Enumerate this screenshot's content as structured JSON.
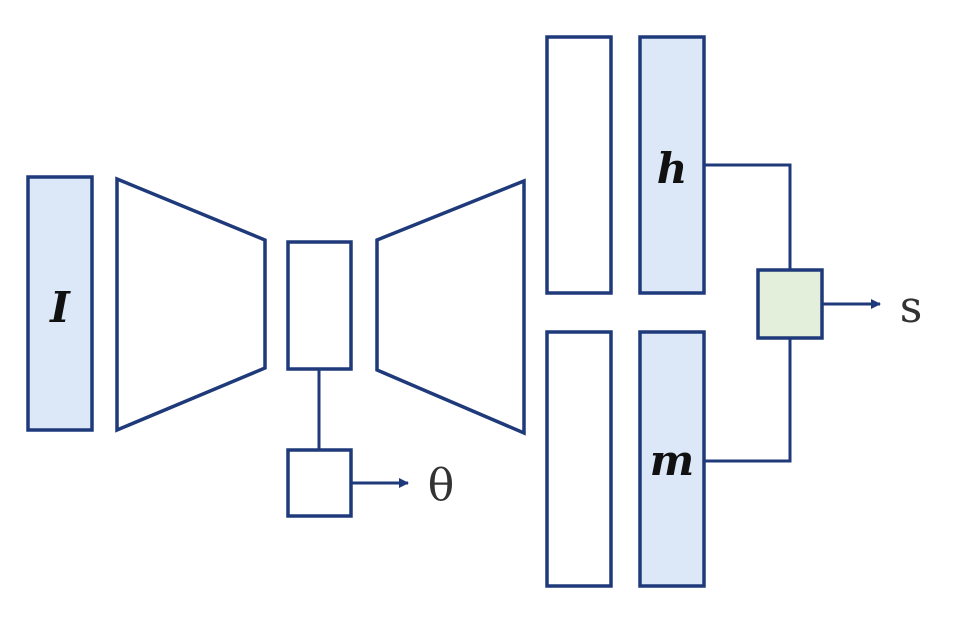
{
  "labels": {
    "input": "I",
    "h": "h",
    "m": "m",
    "theta": "θ",
    "s": "s"
  },
  "colors": {
    "stroke": "#1f3a7a",
    "fill_blue": "#dce8f7",
    "fill_green": "#e3eedb",
    "fill_white": "#ffffff"
  }
}
